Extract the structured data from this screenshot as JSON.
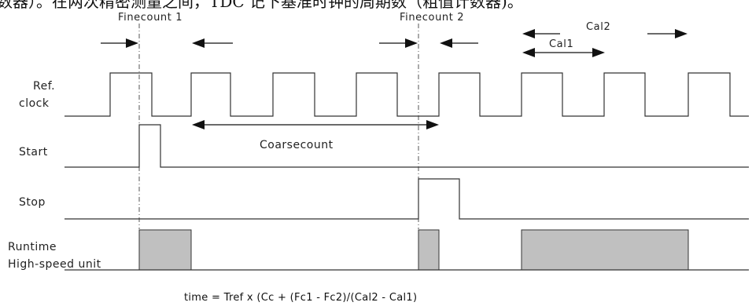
{
  "header_text": "数器）。在两次精密测量之间，TDC 记下基准时钟的周期数（粗值计数器)。",
  "annotations": {
    "finecount1": "Finecount 1",
    "finecount2": "Finecount 2",
    "coarsecount": "Coarsecount",
    "cal1": "Cal1",
    "cal2": "Cal2"
  },
  "signals": {
    "ref_line1": "Ref.",
    "ref_line2": "clock",
    "start": "Start",
    "stop": "Stop",
    "runtime_line1": "Runtime",
    "runtime_line2": "High-speed unit"
  },
  "formula": "time = Tref x (Cc + (Fc1 - Fc2)/(Cal2 - Cal1)"
}
